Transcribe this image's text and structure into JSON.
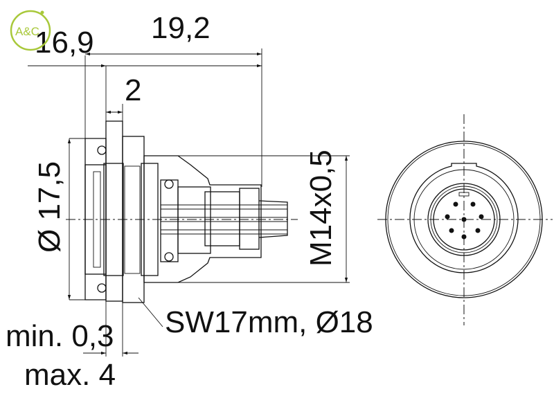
{
  "logo": {
    "text": "A&C",
    "color": "#a8c83a"
  },
  "dimensions": {
    "flange_to_end": "16,9",
    "overall_length": "19,2",
    "panel_gap": "2",
    "flange_diameter": "Ø 17,5",
    "thread": "M14x0,5",
    "nut": "SW17mm, Ø18",
    "panel_min": "min. 0,3",
    "panel_max": "max. 4"
  }
}
